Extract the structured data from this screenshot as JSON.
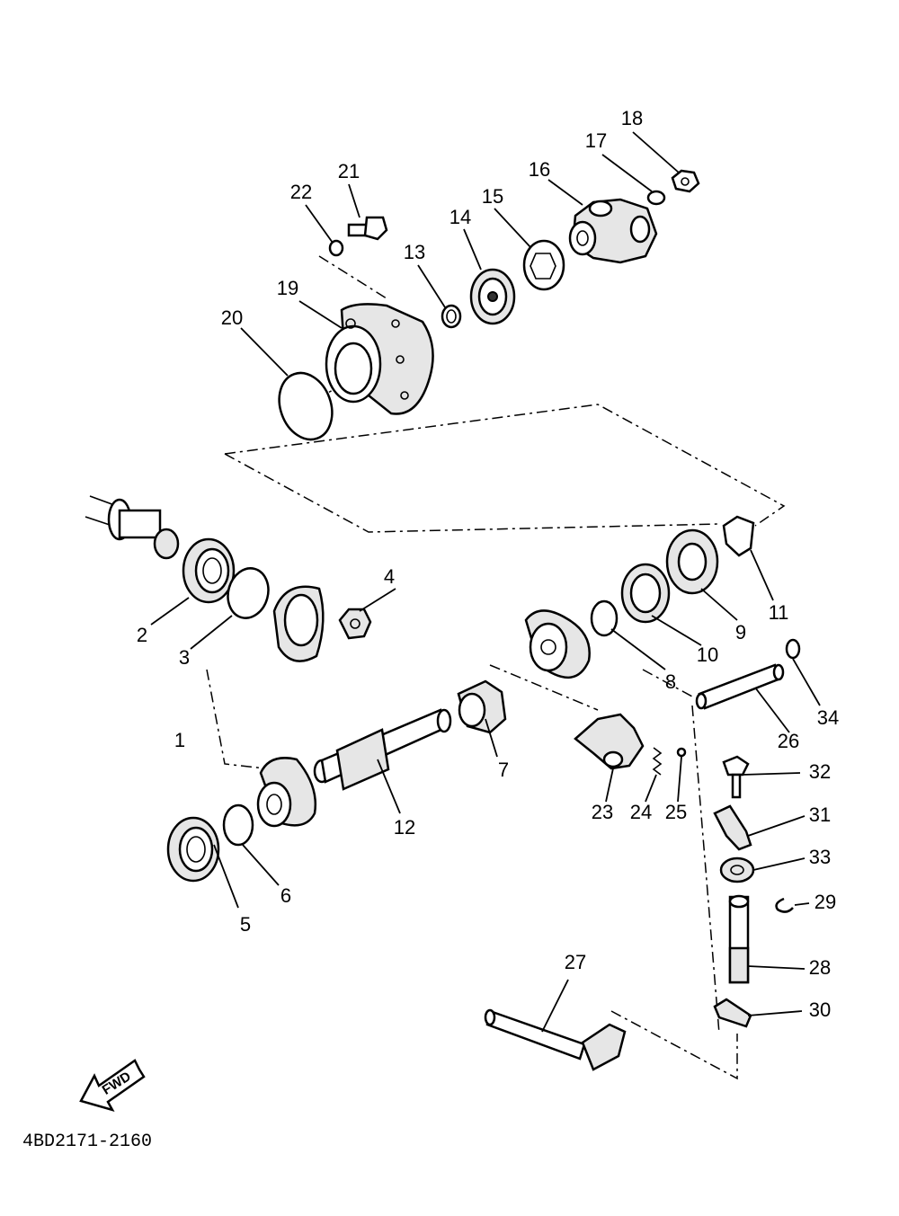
{
  "drawing_code": "4BD2171-2160",
  "fwd_label": "FWD",
  "callouts": [
    "1",
    "2",
    "3",
    "4",
    "5",
    "6",
    "7",
    "8",
    "9",
    "10",
    "11",
    "12",
    "13",
    "14",
    "15",
    "16",
    "17",
    "18",
    "19",
    "20",
    "21",
    "22",
    "23",
    "24",
    "25",
    "26",
    "27",
    "28",
    "29",
    "30",
    "31",
    "32",
    "33",
    "34"
  ]
}
